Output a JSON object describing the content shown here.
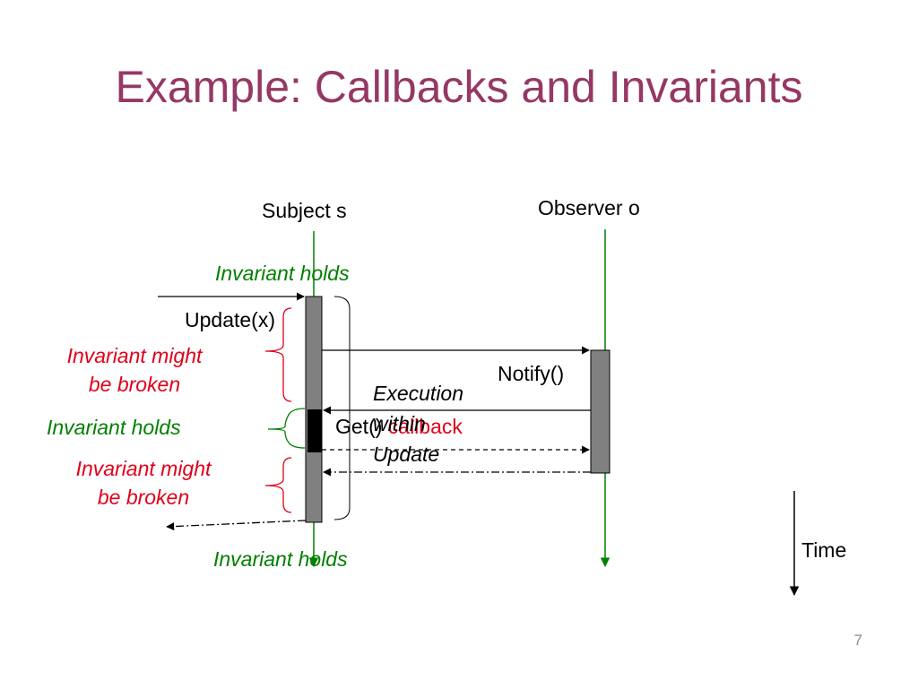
{
  "slide": {
    "title": "Example: Callbacks and Invariants",
    "page_number": "7"
  },
  "lifelines": {
    "subject": "Subject s",
    "observer": "Observer o"
  },
  "messages": {
    "update": "Update(x)",
    "notify": "Notify()",
    "get": "Get()",
    "callback": "callback",
    "execution": [
      "Execution",
      "within",
      "Update"
    ]
  },
  "invariants": {
    "holds_top": "Invariant holds",
    "broken_1": [
      "Invariant might",
      "be broken"
    ],
    "holds_middle": "Invariant holds",
    "broken_2": [
      "Invariant might",
      "be broken"
    ],
    "holds_bottom": "Invariant holds"
  },
  "time_label": "Time",
  "colors": {
    "title": "#953864",
    "green": "#008000",
    "red": "#e0001a",
    "activation": "#808080"
  }
}
